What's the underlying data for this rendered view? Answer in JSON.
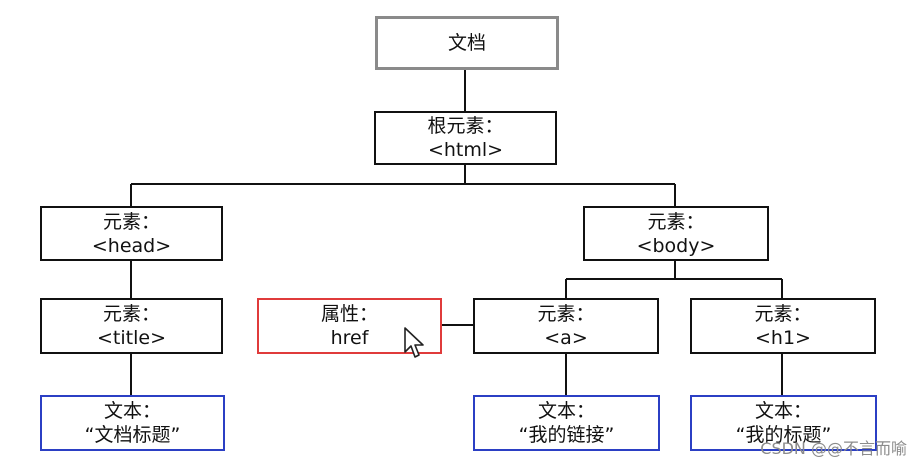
{
  "nodes": {
    "document": {
      "line1": "文档"
    },
    "root": {
      "line1": "根元素：",
      "line2": "<html>"
    },
    "head": {
      "line1": "元素：",
      "line2": "<head>"
    },
    "body": {
      "line1": "元素：",
      "line2": "<body>"
    },
    "title": {
      "line1": "元素：",
      "line2": "<title>"
    },
    "attribute": {
      "line1": "属性：",
      "line2": "href"
    },
    "a": {
      "line1": "元素：",
      "line2": "<a>"
    },
    "h1": {
      "line1": "元素：",
      "line2": "<h1>"
    },
    "text_title": {
      "line1": "文本：",
      "line2": "“文档标题”"
    },
    "text_link": {
      "line1": "文本：",
      "line2": "“我的链接”"
    },
    "text_h1": {
      "line1": "文本：",
      "line2": "“我的标题”"
    }
  },
  "colors": {
    "document_border": "#8a8a8a",
    "attribute_border": "#e03b3b",
    "text_border": "#2b3fc4",
    "element_border": "#111111"
  },
  "watermark": "CSDN @@不言而喻"
}
